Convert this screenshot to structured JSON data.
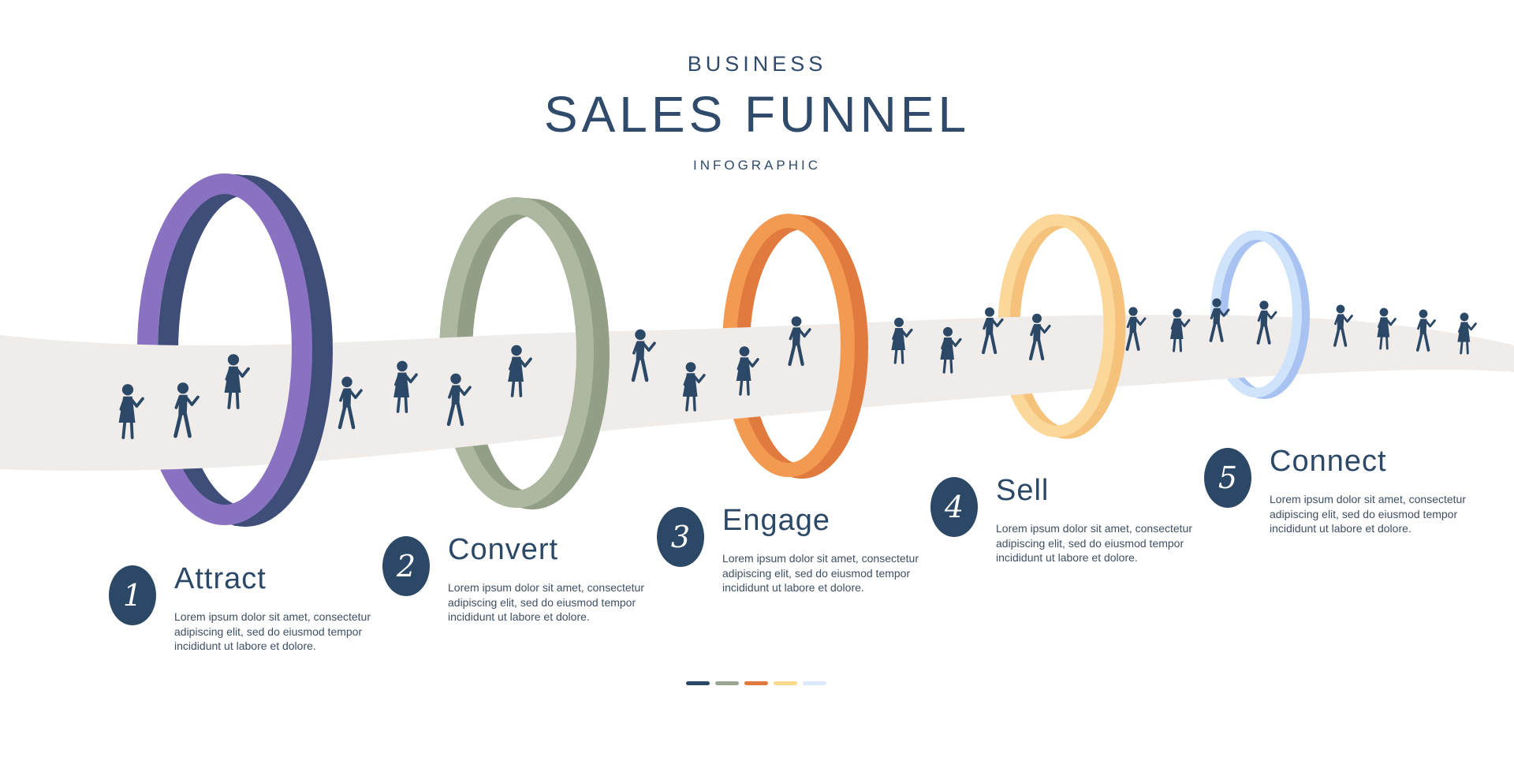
{
  "header": {
    "kicker": "BUSINESS",
    "title": "SALES FUNNEL",
    "subtitle": "INFOGRAPHIC"
  },
  "colors": {
    "navy": "#2c4867",
    "path": "#efecea"
  },
  "stages": [
    {
      "number": "1",
      "name": "Attract",
      "description": "Lorem ipsum dolor sit amet, consectetur adipiscing elit, sed do eiusmod tempor incididunt ut labore et dolore.",
      "ring_color": "#8a72c2",
      "ring_shade": "#3f4e78"
    },
    {
      "number": "2",
      "name": "Convert",
      "description": "Lorem ipsum dolor sit amet, consectetur adipiscing elit, sed do eiusmod tempor incididunt ut labore et dolore.",
      "ring_color": "#aeb79f",
      "ring_shade": "#929e86"
    },
    {
      "number": "3",
      "name": "Engage",
      "description": "Lorem ipsum dolor sit amet, consectetur adipiscing elit, sed do eiusmod tempor incididunt ut labore et dolore.",
      "ring_color": "#f39a52",
      "ring_shade": "#e07a3e"
    },
    {
      "number": "4",
      "name": "Sell",
      "description": "Lorem ipsum dolor sit amet, consectetur adipiscing elit, sed do eiusmod tempor incididunt ut labore et dolore.",
      "ring_color": "#fbd79a",
      "ring_shade": "#f5c27c"
    },
    {
      "number": "5",
      "name": "Connect",
      "description": "Lorem ipsum dolor sit amet, consectetur adipiscing elit, sed do eiusmod tempor incididunt ut labore et dolore.",
      "ring_color": "#cfe3fb",
      "ring_shade": "#a8c3f2"
    }
  ],
  "legend_colors": [
    "#2c4867",
    "#9aa592",
    "#e07a3e",
    "#f8d98e",
    "#dce9f9"
  ],
  "people_icon": "walking-person-icon"
}
